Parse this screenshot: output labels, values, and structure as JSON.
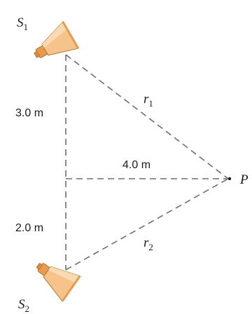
{
  "labels": {
    "source1": {
      "letter": "S",
      "sub": "1"
    },
    "source2": {
      "letter": "S",
      "sub": "2"
    },
    "point": "P",
    "r1": {
      "letter": "r",
      "sub": "1"
    },
    "r2": {
      "letter": "r",
      "sub": "2"
    },
    "dist_upper": "3.0 m",
    "dist_lower": "2.0 m",
    "dist_horizontal": "4.0 m"
  },
  "colors": {
    "speaker_face": "#f6c38a",
    "speaker_shade": "#e89a4e",
    "speaker_edge": "#b8742f",
    "lines": "#6e6e6e",
    "text": "#1a1a1a"
  }
}
